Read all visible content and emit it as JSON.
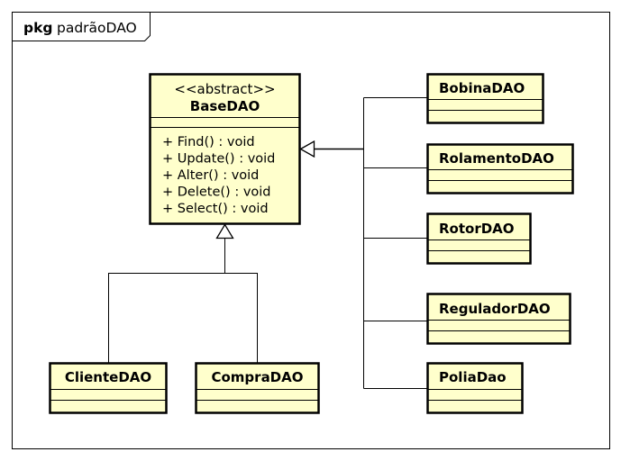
{
  "package": {
    "keyword": "pkg",
    "name": "padrãoDAO"
  },
  "colors": {
    "class_fill": "#ffffcc",
    "border": "#000000",
    "background": "#ffffff"
  },
  "classes": {
    "base": {
      "stereotype": "<<abstract>>",
      "name": "BaseDAO",
      "methods": [
        "+ Find() : void",
        "+ Update() : void",
        "+ Alter() : void",
        "+ Delete() : void",
        "+ Select() : void"
      ]
    },
    "left": [
      {
        "name": "ClienteDAO"
      },
      {
        "name": "CompraDAO"
      }
    ],
    "right": [
      {
        "name": "BobinaDAO"
      },
      {
        "name": "RolamentoDAO"
      },
      {
        "name": "RotorDAO"
      },
      {
        "name": "ReguladorDAO"
      },
      {
        "name": "PoliaDao"
      }
    ]
  }
}
